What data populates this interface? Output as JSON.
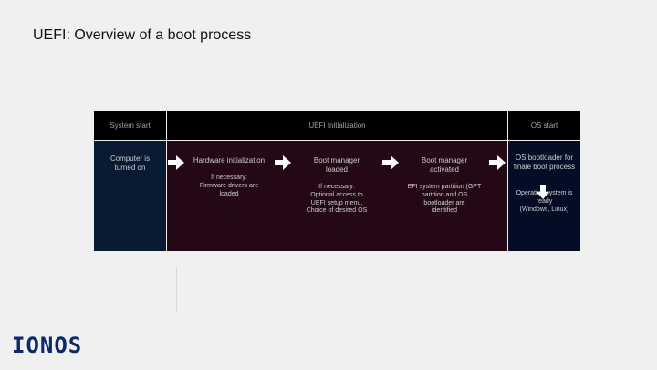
{
  "title": "UEFI: Overview of a boot process",
  "headers": {
    "system_start": "System start",
    "uefi_init": "UEFI Initialization",
    "os_start": "OS start"
  },
  "steps": {
    "computer_on": "Computer is\nturned on",
    "hw_init_title": "Hardware initialization",
    "hw_init_note": "If necessary:\nFirmware drivers are\nloaded",
    "bm_loaded_title": "Boot manager\nloaded",
    "bm_loaded_note": "If necessary:\nOptional access to\nUEFI setup menu,\nChoice of desired OS",
    "bm_activated_title": "Boot manager\nactivated",
    "bm_activated_note": "EFI system partition (GPT\npartition and OS\nbootloader are\nidentified",
    "os_bootloader_title": "OS bootloader for\nfinale boot process",
    "os_ready_note": "Operating system is\nready\n(Windows, Linux)"
  },
  "brand": {
    "logo_text": "IONOS",
    "logo_color": "#0b2a66"
  },
  "colors": {
    "header_bg": "#000000",
    "system_bg": "#0b1a33",
    "uefi_bg": "#240816",
    "os_bg": "#050d26"
  },
  "icons": [
    "arrow-right-icon",
    "arrow-down-icon"
  ]
}
